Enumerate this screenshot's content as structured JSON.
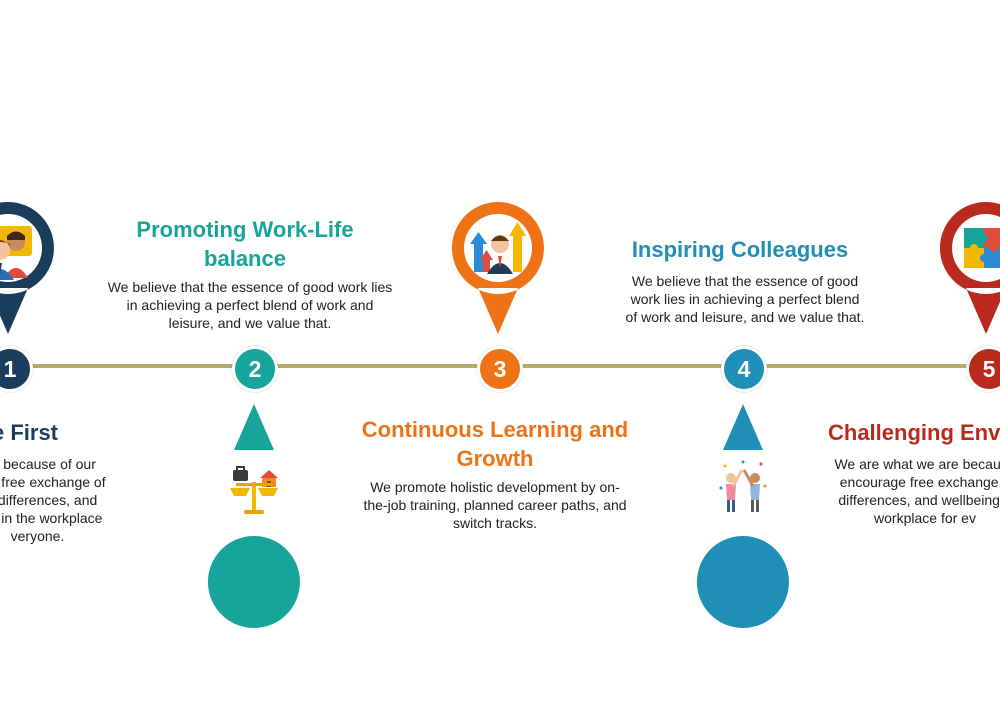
{
  "colors": {
    "navy": "#1b3d5c",
    "teal": "#16a49b",
    "orange": "#ee7317",
    "blue": "#1f8fb8",
    "red": "#b9291c",
    "line": "#b5ab6b"
  },
  "steps": [
    {
      "number": "1",
      "title": "e First",
      "text": "are because of our\nrage free exchange of\nfor differences, and\nality in the workplace\nveryone.",
      "icon": "people-icon"
    },
    {
      "number": "2",
      "title": "Promoting Work-Life\nbalance",
      "text": "We believe that the essence of good work lies\nin achieving a perfect blend of work and\nleisure, and we value that.",
      "icon": "balance-scale-icon"
    },
    {
      "number": "3",
      "title": "Continuous Learning and\nGrowth",
      "text": "We promote holistic development by on-\nthe-job training, planned career paths, and\nswitch tracks.",
      "icon": "growth-arrows-icon"
    },
    {
      "number": "4",
      "title": "Inspiring Colleagues",
      "text": "We believe that the essence of good\nwork lies in achieving a perfect blend\nof work and leisure, and we value that.",
      "icon": "high-five-icon"
    },
    {
      "number": "5",
      "title": "Challenging Env",
      "text": "We are what we are because\nencourage free exchange o\ndifferences, and wellbeing a\nworkplace for ev",
      "icon": "puzzle-icon"
    }
  ]
}
